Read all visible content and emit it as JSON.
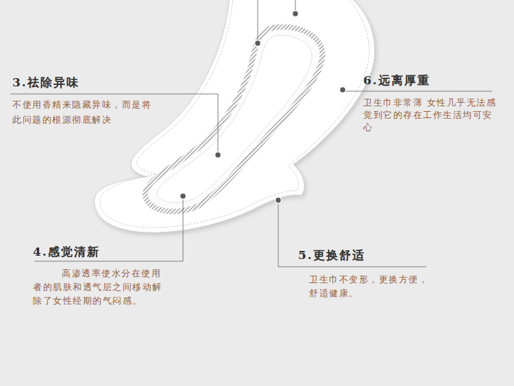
{
  "diagram": {
    "nodes": [
      {
        "text": [
          "3.祛除异味",
          "不使用香精来隐藏异味，而是将此问题的根源彻底解决"
        ]
      },
      {
        "text": [
          "6.远离厚重",
          "卫生巾非常薄 女性几乎无法感觉到它的存在工作生活均可安心"
        ]
      },
      {
        "text": [
          "4.感觉清新",
          "高渗透率使水分在使用者的肌肤和透气层之间移动解除了女性经期的气闷感。"
        ]
      },
      {
        "text": [
          "5.更换舒适",
          "卫生巾不变形，更换方便，舒适健康。"
        ]
      }
    ]
  }
}
